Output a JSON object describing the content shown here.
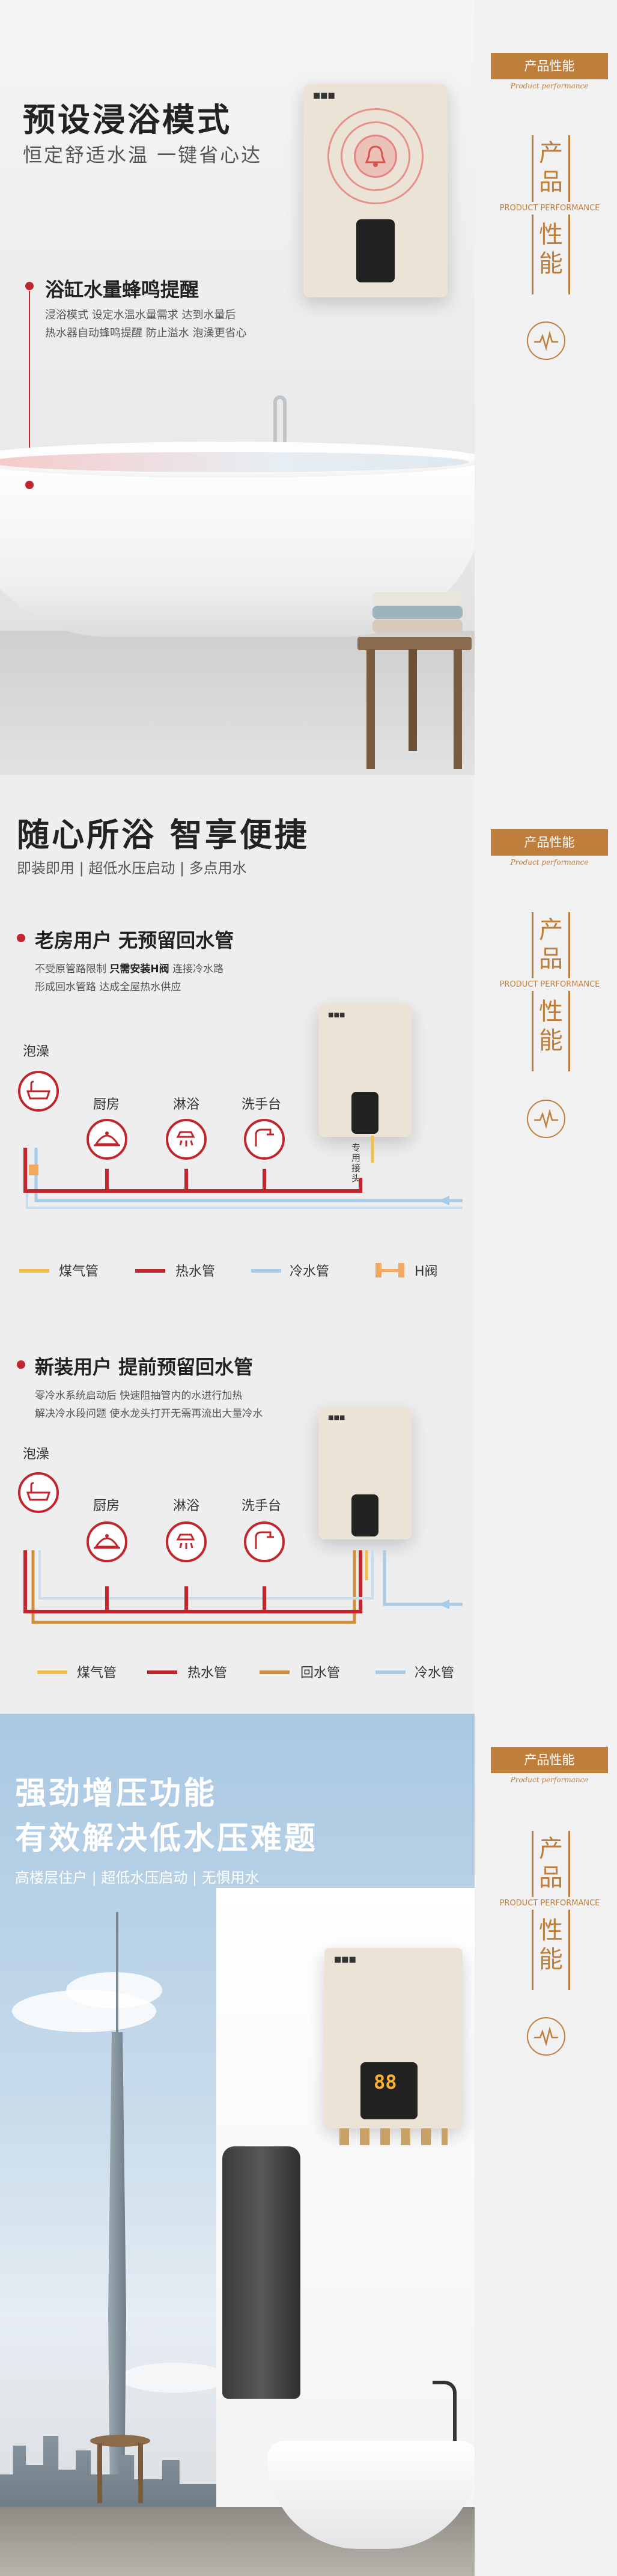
{
  "sidebar": {
    "tag": "产品性能",
    "tag_en": "Product performance",
    "vertical_top": "产品",
    "vertical_bottom": "性能",
    "vertical_en": "PRODUCT PERFORMANCE",
    "icon": "pulse-circle-icon"
  },
  "section1": {
    "title": "预设浸浴模式",
    "subtitle": "恒定舒适水温 一键省心达",
    "heading": "浴缸水量蜂鸣提醒",
    "para_line1": "浸浴模式  设定水温水量需求  达到水量后",
    "para_line2": "热水器自动蜂鸣提醒  防止溢水  泡澡更省心"
  },
  "section2": {
    "title": "随心所浴 智享便捷",
    "subtitle": "即装即用 | 超低水压启动 | 多点用水",
    "old": {
      "heading": "老房用户  无预留回水管",
      "line1": "不受原管路限制",
      "line1_bold": "只需安装H阀",
      "line1_end": "连接冷水路",
      "line2": "形成回水管路  达成全屋热水供应",
      "point_bath": "泡澡",
      "point_kitchen": "厨房",
      "point_shower": "淋浴",
      "point_sink": "洗手台",
      "special_head": "专用接头",
      "legend_gas": "煤气管",
      "legend_hot": "热水管",
      "legend_cold": "冷水管",
      "legend_h": "H阀"
    },
    "new": {
      "heading": "新装用户  提前预留回水管",
      "line1": "零冷水系统启动后  快速阻抽管内的水进行加热",
      "line2": "解决冷水段问题  使水龙头打开无需再流出大量冷水",
      "point_bath": "泡澡",
      "point_kitchen": "厨房",
      "point_shower": "淋浴",
      "point_sink": "洗手台",
      "legend_gas": "煤气管",
      "legend_hot": "热水管",
      "legend_return": "回水管",
      "legend_cold": "冷水管"
    }
  },
  "section3": {
    "title_line1": "强劲增压功能",
    "title_line2": "有效解决低水压难题",
    "subtitle": "高楼层住户 | 超低水压启动 | 无惧用水",
    "display": "88"
  },
  "colors": {
    "accent": "#bf7f3c",
    "hot": "#c0262b",
    "cold": "#a8cbe8",
    "gas": "#f2c04a",
    "return": "#d08d3a"
  }
}
